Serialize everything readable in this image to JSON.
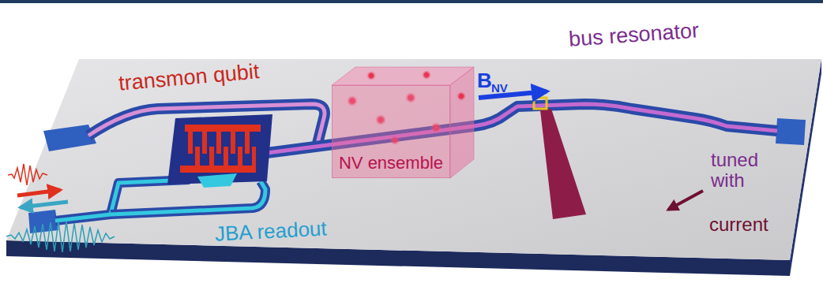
{
  "diagram": {
    "nodes": [
      {
        "text": [
          "NV ensemble"
        ]
      }
    ],
    "labels": [
      "transmon qubit",
      "B",
      "NV",
      "bus resonator",
      "tuned with",
      "current",
      "JBA readout"
    ]
  }
}
